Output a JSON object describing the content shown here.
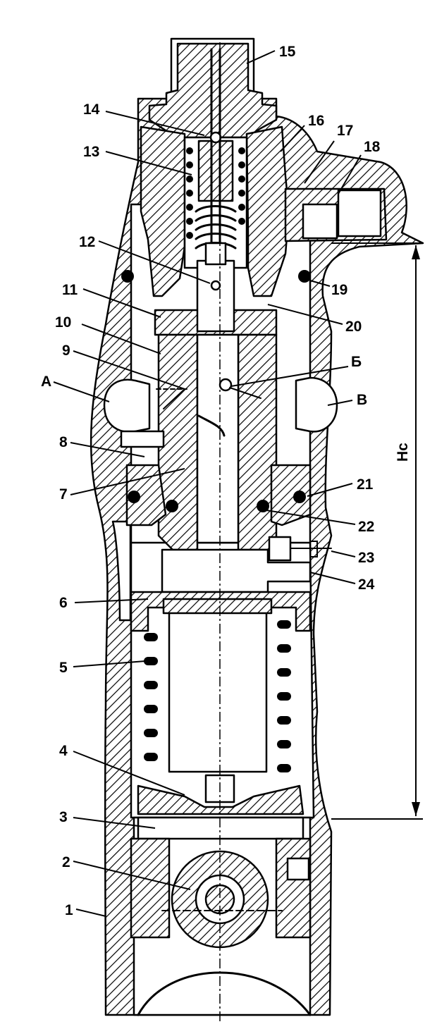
{
  "diagram": {
    "part_labels": [
      "1",
      "2",
      "3",
      "4",
      "5",
      "6",
      "7",
      "8",
      "9",
      "10",
      "11",
      "12",
      "13",
      "14",
      "15",
      "16",
      "17",
      "18",
      "19",
      "20",
      "21",
      "22",
      "23",
      "24"
    ],
    "port_labels": {
      "left": "А",
      "right": "В",
      "channel": "Б"
    },
    "dimension_label": "Нс"
  }
}
